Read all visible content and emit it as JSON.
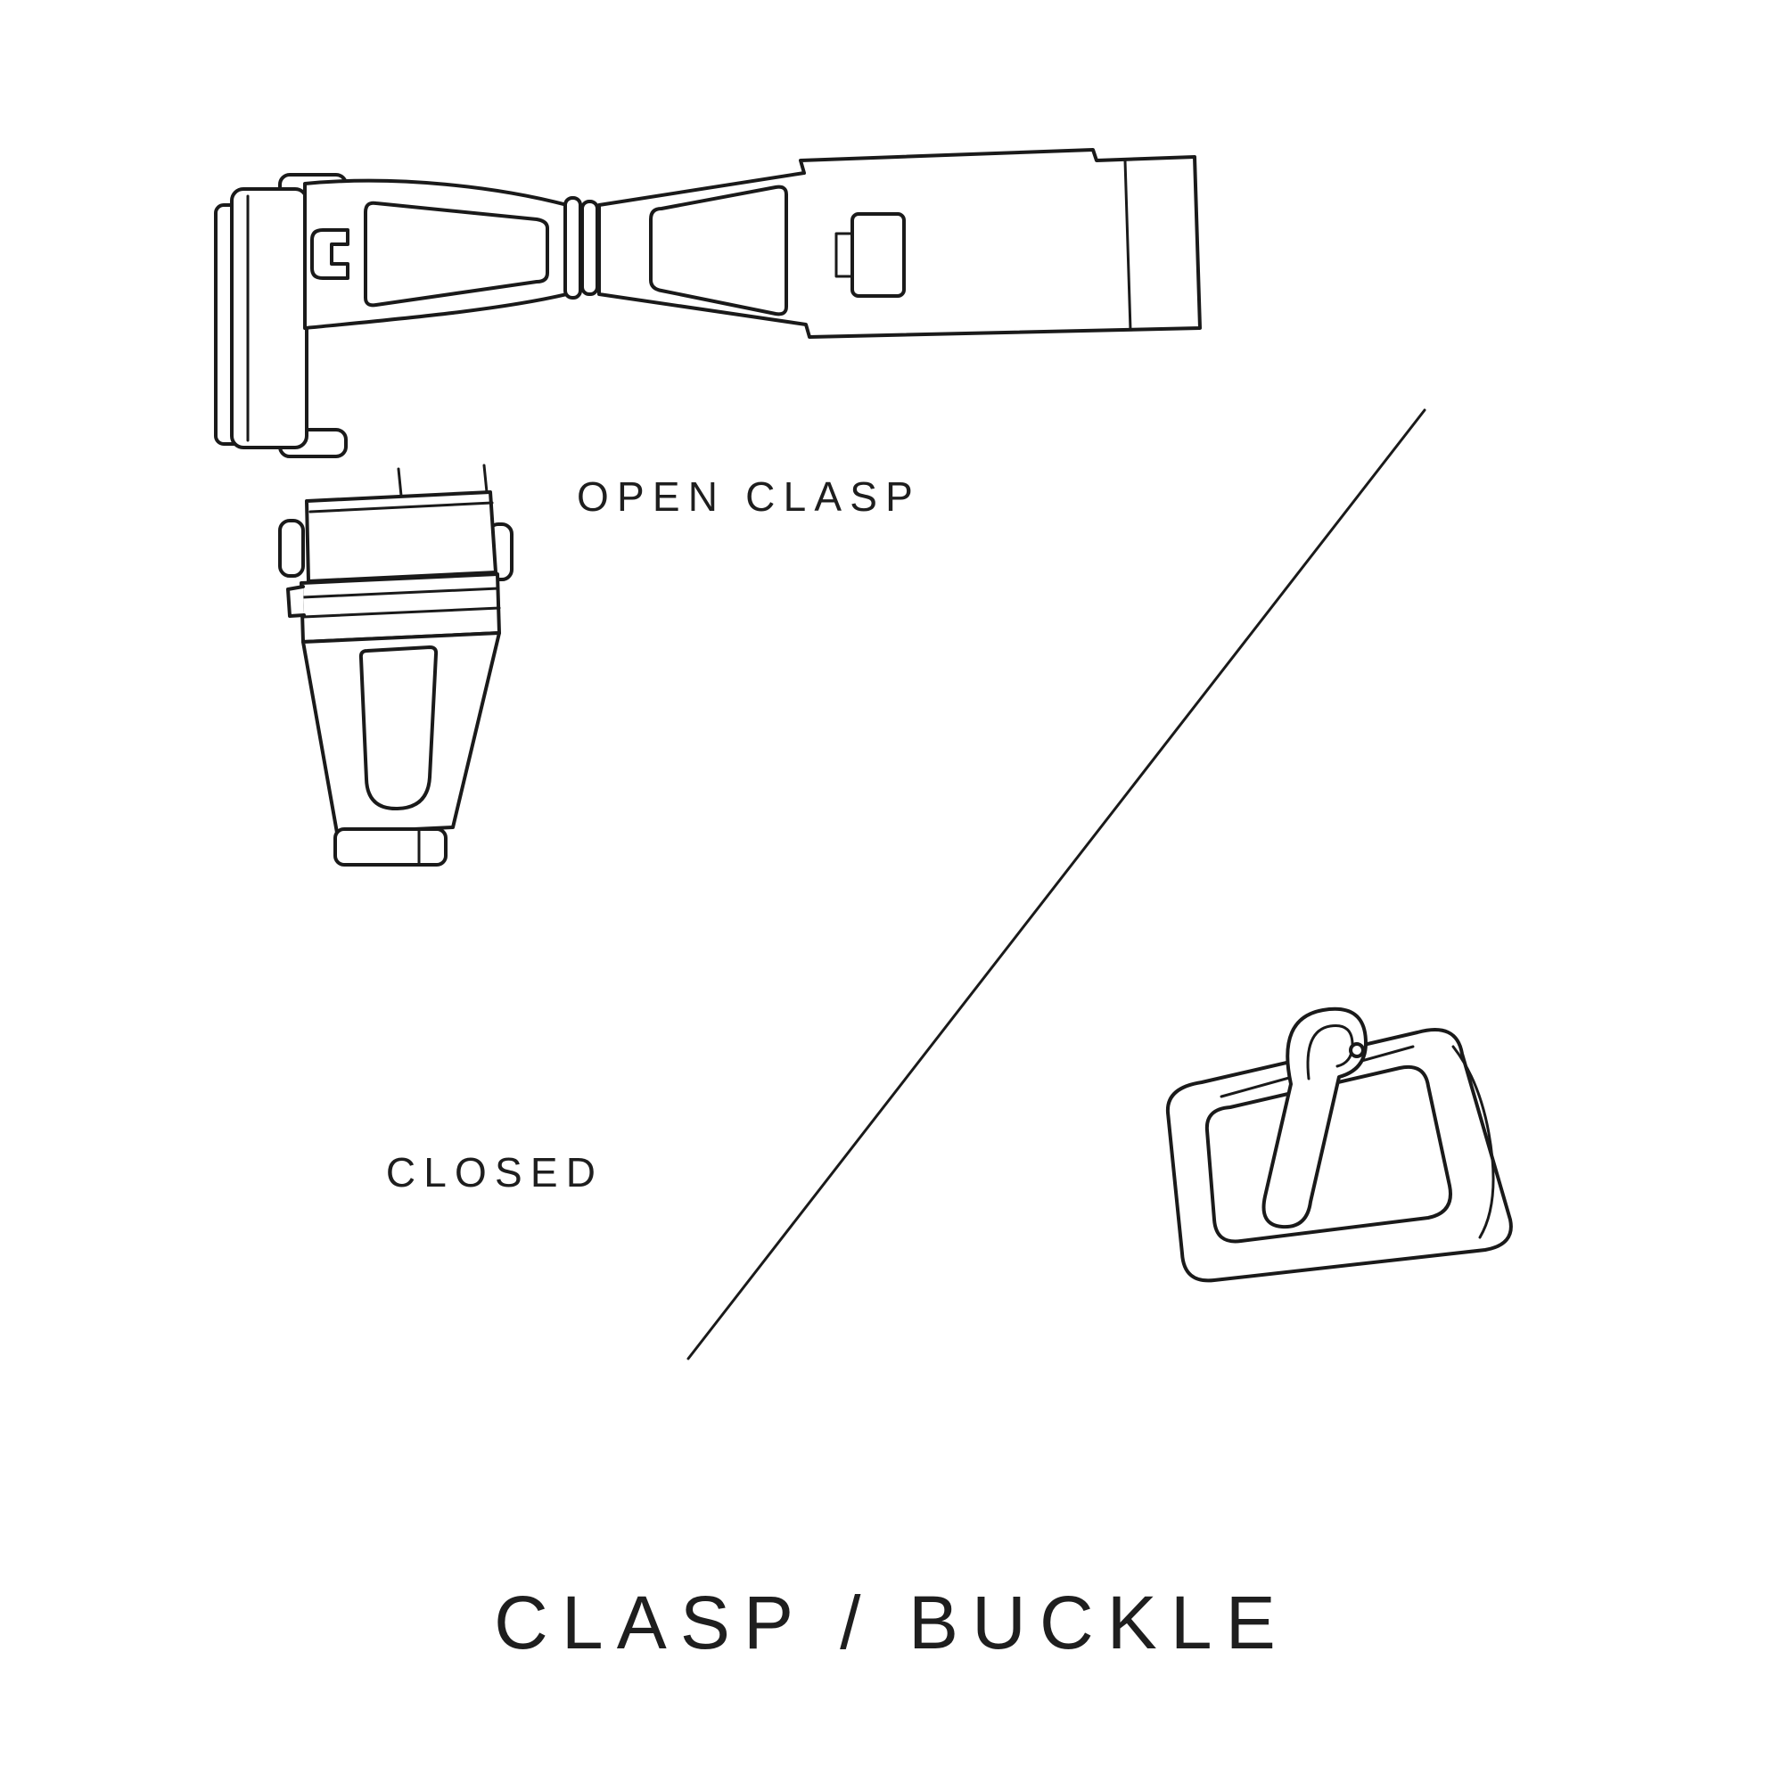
{
  "title": "CLASP / BUCKLE",
  "labels": {
    "open_clasp": "OPEN CLASP",
    "closed": "CLOSED"
  },
  "illustrations": {
    "top": "open-clasp-illustration",
    "middle_left": "closed-clasp-illustration",
    "bottom_right": "buckle-illustration",
    "separator": "divider-line"
  },
  "colors": {
    "background": "#ffffff",
    "line": "#1a1a1a",
    "text": "#1e1e1e"
  }
}
